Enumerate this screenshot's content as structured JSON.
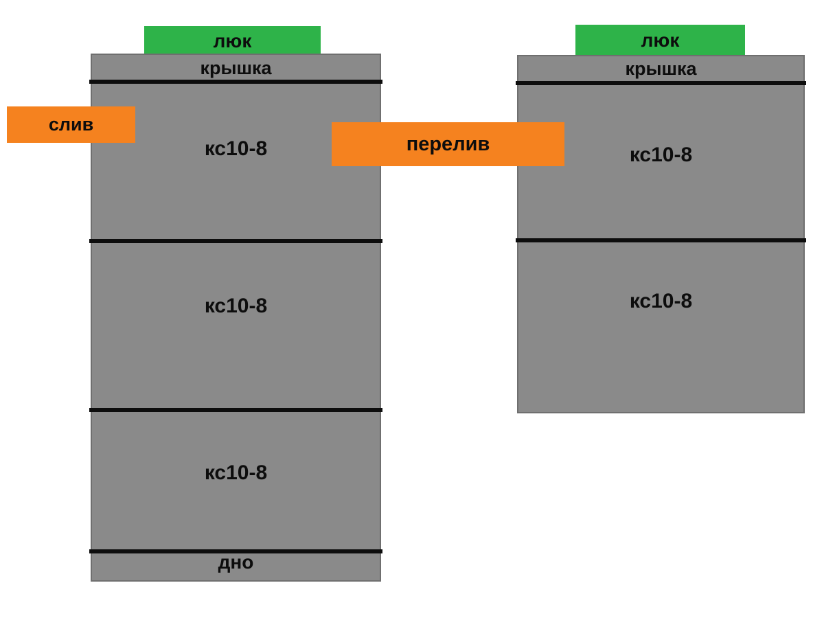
{
  "colors": {
    "background": "#ffffff",
    "tank": "#8a8a8a",
    "tank-border": "#6f6f6f",
    "green": "#2eb349",
    "orange": "#f5821f",
    "line": "#0d0d0d",
    "text": "#0d0d0d"
  },
  "left_tank": {
    "hatch_label": "люк",
    "lid_label": "крышка",
    "sections": [
      "кс10-8",
      "кс10-8",
      "кс10-8"
    ],
    "bottom_label": "дно"
  },
  "right_tank": {
    "hatch_label": "люк",
    "lid_label": "крышка",
    "sections": [
      "кс10-8",
      "кс10-8"
    ]
  },
  "connections": {
    "drain_label": "слив",
    "overflow_label": "перелив"
  }
}
